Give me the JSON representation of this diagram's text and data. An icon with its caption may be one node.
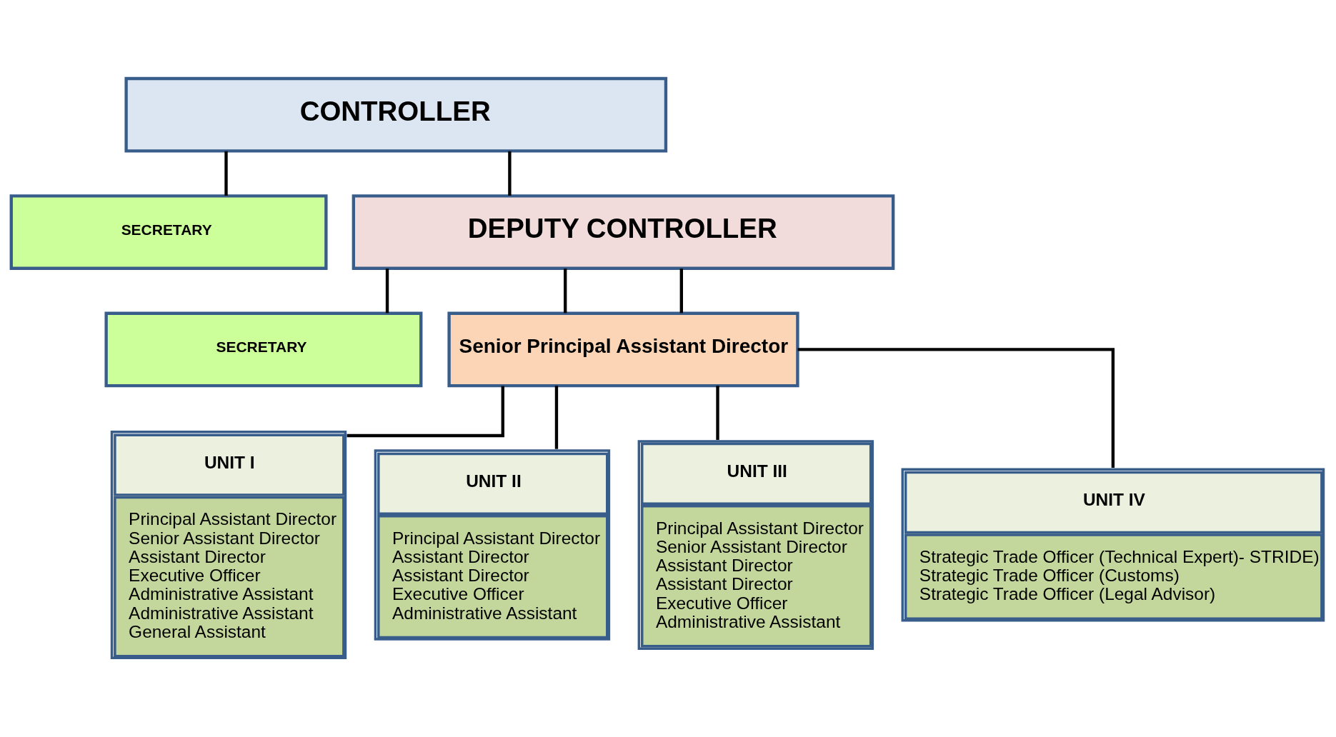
{
  "diagram": {
    "nodes": [
      {
        "text": [
          "CONTROLLER"
        ]
      },
      {
        "text": [
          "SECRETARY"
        ]
      },
      {
        "text": [
          "DEPUTY CONTROLLER"
        ]
      },
      {
        "text": [
          "SECRETARY"
        ]
      },
      {
        "text": [
          "Senior Principal Assistant Director"
        ]
      },
      {
        "text": [
          "UNIT I",
          "Principal Assistant Director",
          "Senior Assistant Director",
          "Assistant Director",
          "Executive Officer",
          "Administrative Assistant",
          "Administrative Assistant",
          "General Assistant"
        ]
      },
      {
        "text": [
          "UNIT II",
          "Principal Assistant Director",
          "Assistant Director",
          "Assistant Director",
          "Executive Officer",
          "Administrative Assistant"
        ]
      },
      {
        "text": [
          "UNIT III",
          "Principal Assistant Director",
          "Senior Assistant Director",
          "Assistant Director",
          "Assistant Director",
          "Executive Officer",
          "Administrative Assistant"
        ]
      },
      {
        "text": [
          "UNIT IV",
          "Strategic Trade Officer (Technical Expert)- STRIDE)",
          "Strategic Trade Officer (Customs)",
          "Strategic Trade Officer (Legal Advisor)"
        ]
      }
    ],
    "edges": [
      {
        "from": 0,
        "to": 2,
        "arrow": "none"
      },
      {
        "from": 0,
        "to": 1,
        "arrow": "none"
      },
      {
        "from": 2,
        "to": 4,
        "arrow": "none"
      },
      {
        "from": 2,
        "to": 3,
        "arrow": "none"
      },
      {
        "from": 2,
        "to": 4,
        "arrow": "none"
      },
      {
        "from": 4,
        "to": 5,
        "arrow": "none"
      },
      {
        "from": 4,
        "to": 6,
        "arrow": "none"
      },
      {
        "from": 4,
        "to": 7,
        "arrow": "none"
      },
      {
        "from": 4,
        "to": 8,
        "arrow": "none"
      }
    ]
  }
}
